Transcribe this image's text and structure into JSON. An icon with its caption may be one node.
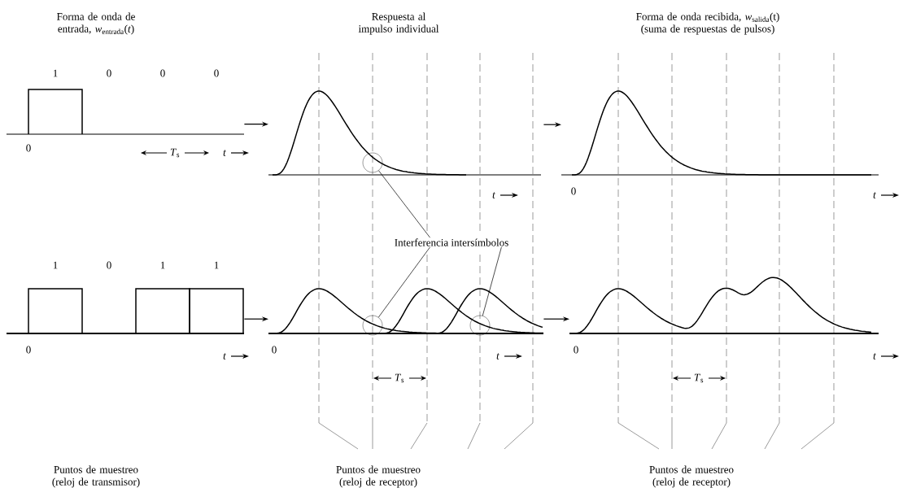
{
  "diagram": {
    "nodes": [
      {
        "text": [],
        "shape": "picture"
      },
      {
        "text": [],
        "shape": "picture"
      },
      {
        "text": [],
        "shape": "picture"
      },
      {
        "text": [],
        "shape": "circle",
        "in": 1
      },
      {
        "text": [
          "Interferencia intersímbolos"
        ]
      },
      {
        "text": [],
        "shape": "picture"
      },
      {
        "text": [],
        "shape": "picture"
      },
      {
        "text": [],
        "shape": "circle",
        "in": 6
      },
      {
        "text": [],
        "shape": "circle",
        "in": 6
      },
      {
        "text": [],
        "shape": "picture"
      }
    ],
    "edges": [
      {
        "from": 0,
        "to": 1,
        "arrow": "to"
      },
      {
        "from": 1,
        "to": 2,
        "arrow": "to"
      },
      {
        "from": 4,
        "to": 3,
        "arrow": "none"
      },
      {
        "from": 4,
        "to": 7,
        "arrow": "none"
      },
      {
        "from": 4,
        "to": 8,
        "arrow": "none"
      },
      {
        "from": 5,
        "to": 6,
        "arrow": "to"
      },
      {
        "from": 6,
        "to": 9,
        "arrow": "to"
      }
    ],
    "labels": [
      "Forma de onda de entrada, *w*$_{entrada}$(*t*)",
      "Respuesta al impulso individual",
      "Forma de onda recibida, *w*$_{salida}$(t) (suma de respuestas de pulsos)",
      "1",
      "0",
      "0",
      "0",
      "0",
      "*T*$_{s}$",
      "*t*",
      "*t*",
      "0",
      "*t*",
      "1",
      "0",
      "1",
      "1",
      "0",
      "*t*",
      "0",
      "*t*",
      "0",
      "*t*",
      "*T*$_{s}$",
      "*T*$_{s}$",
      "Puntos de muestreo (reloj de transmisor)",
      "Puntos de muestreo (reloj de receptor)",
      "Puntos de muestreo (reloj de receptor)"
    ]
  }
}
